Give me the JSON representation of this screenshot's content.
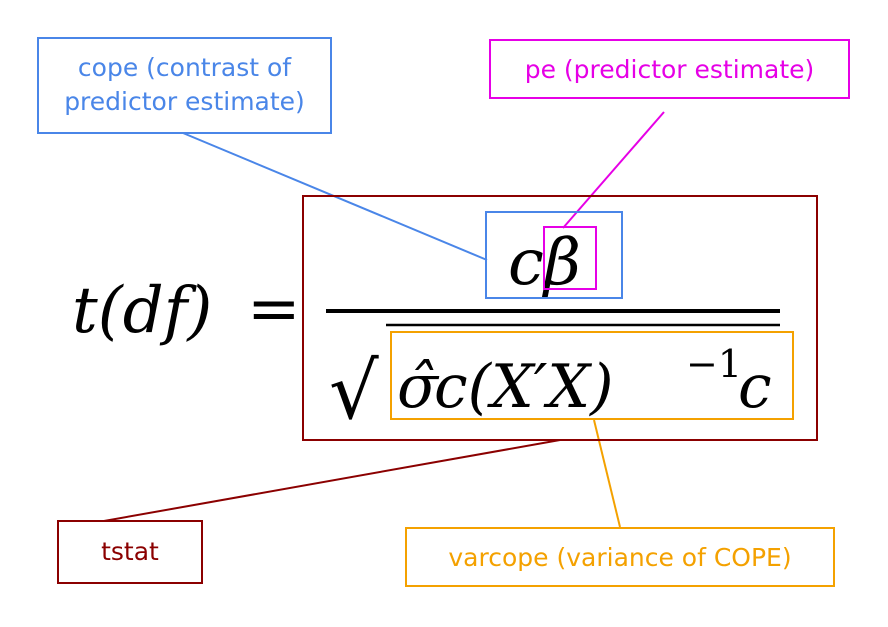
{
  "equation": {
    "lhs": "t(df)",
    "equals": "=",
    "numerator": "cβ",
    "sqrt_symbol": "√",
    "sigma_hat": "σ̂",
    "denominator_body": "c(X′X)",
    "exponent": "−1",
    "trailing": "c"
  },
  "labels": {
    "cope": "cope (contrast of predictor estimate)",
    "cope_line1": "cope (contrast of",
    "cope_line2": "predictor estimate)",
    "pe": "pe (predictor estimate)",
    "tstat": "tstat",
    "varcope": "varcope (variance of COPE)"
  },
  "colors": {
    "cope": "#4a86e8",
    "pe": "#e600e6",
    "tstat": "#8b0000",
    "varcope": "#f4a100"
  }
}
